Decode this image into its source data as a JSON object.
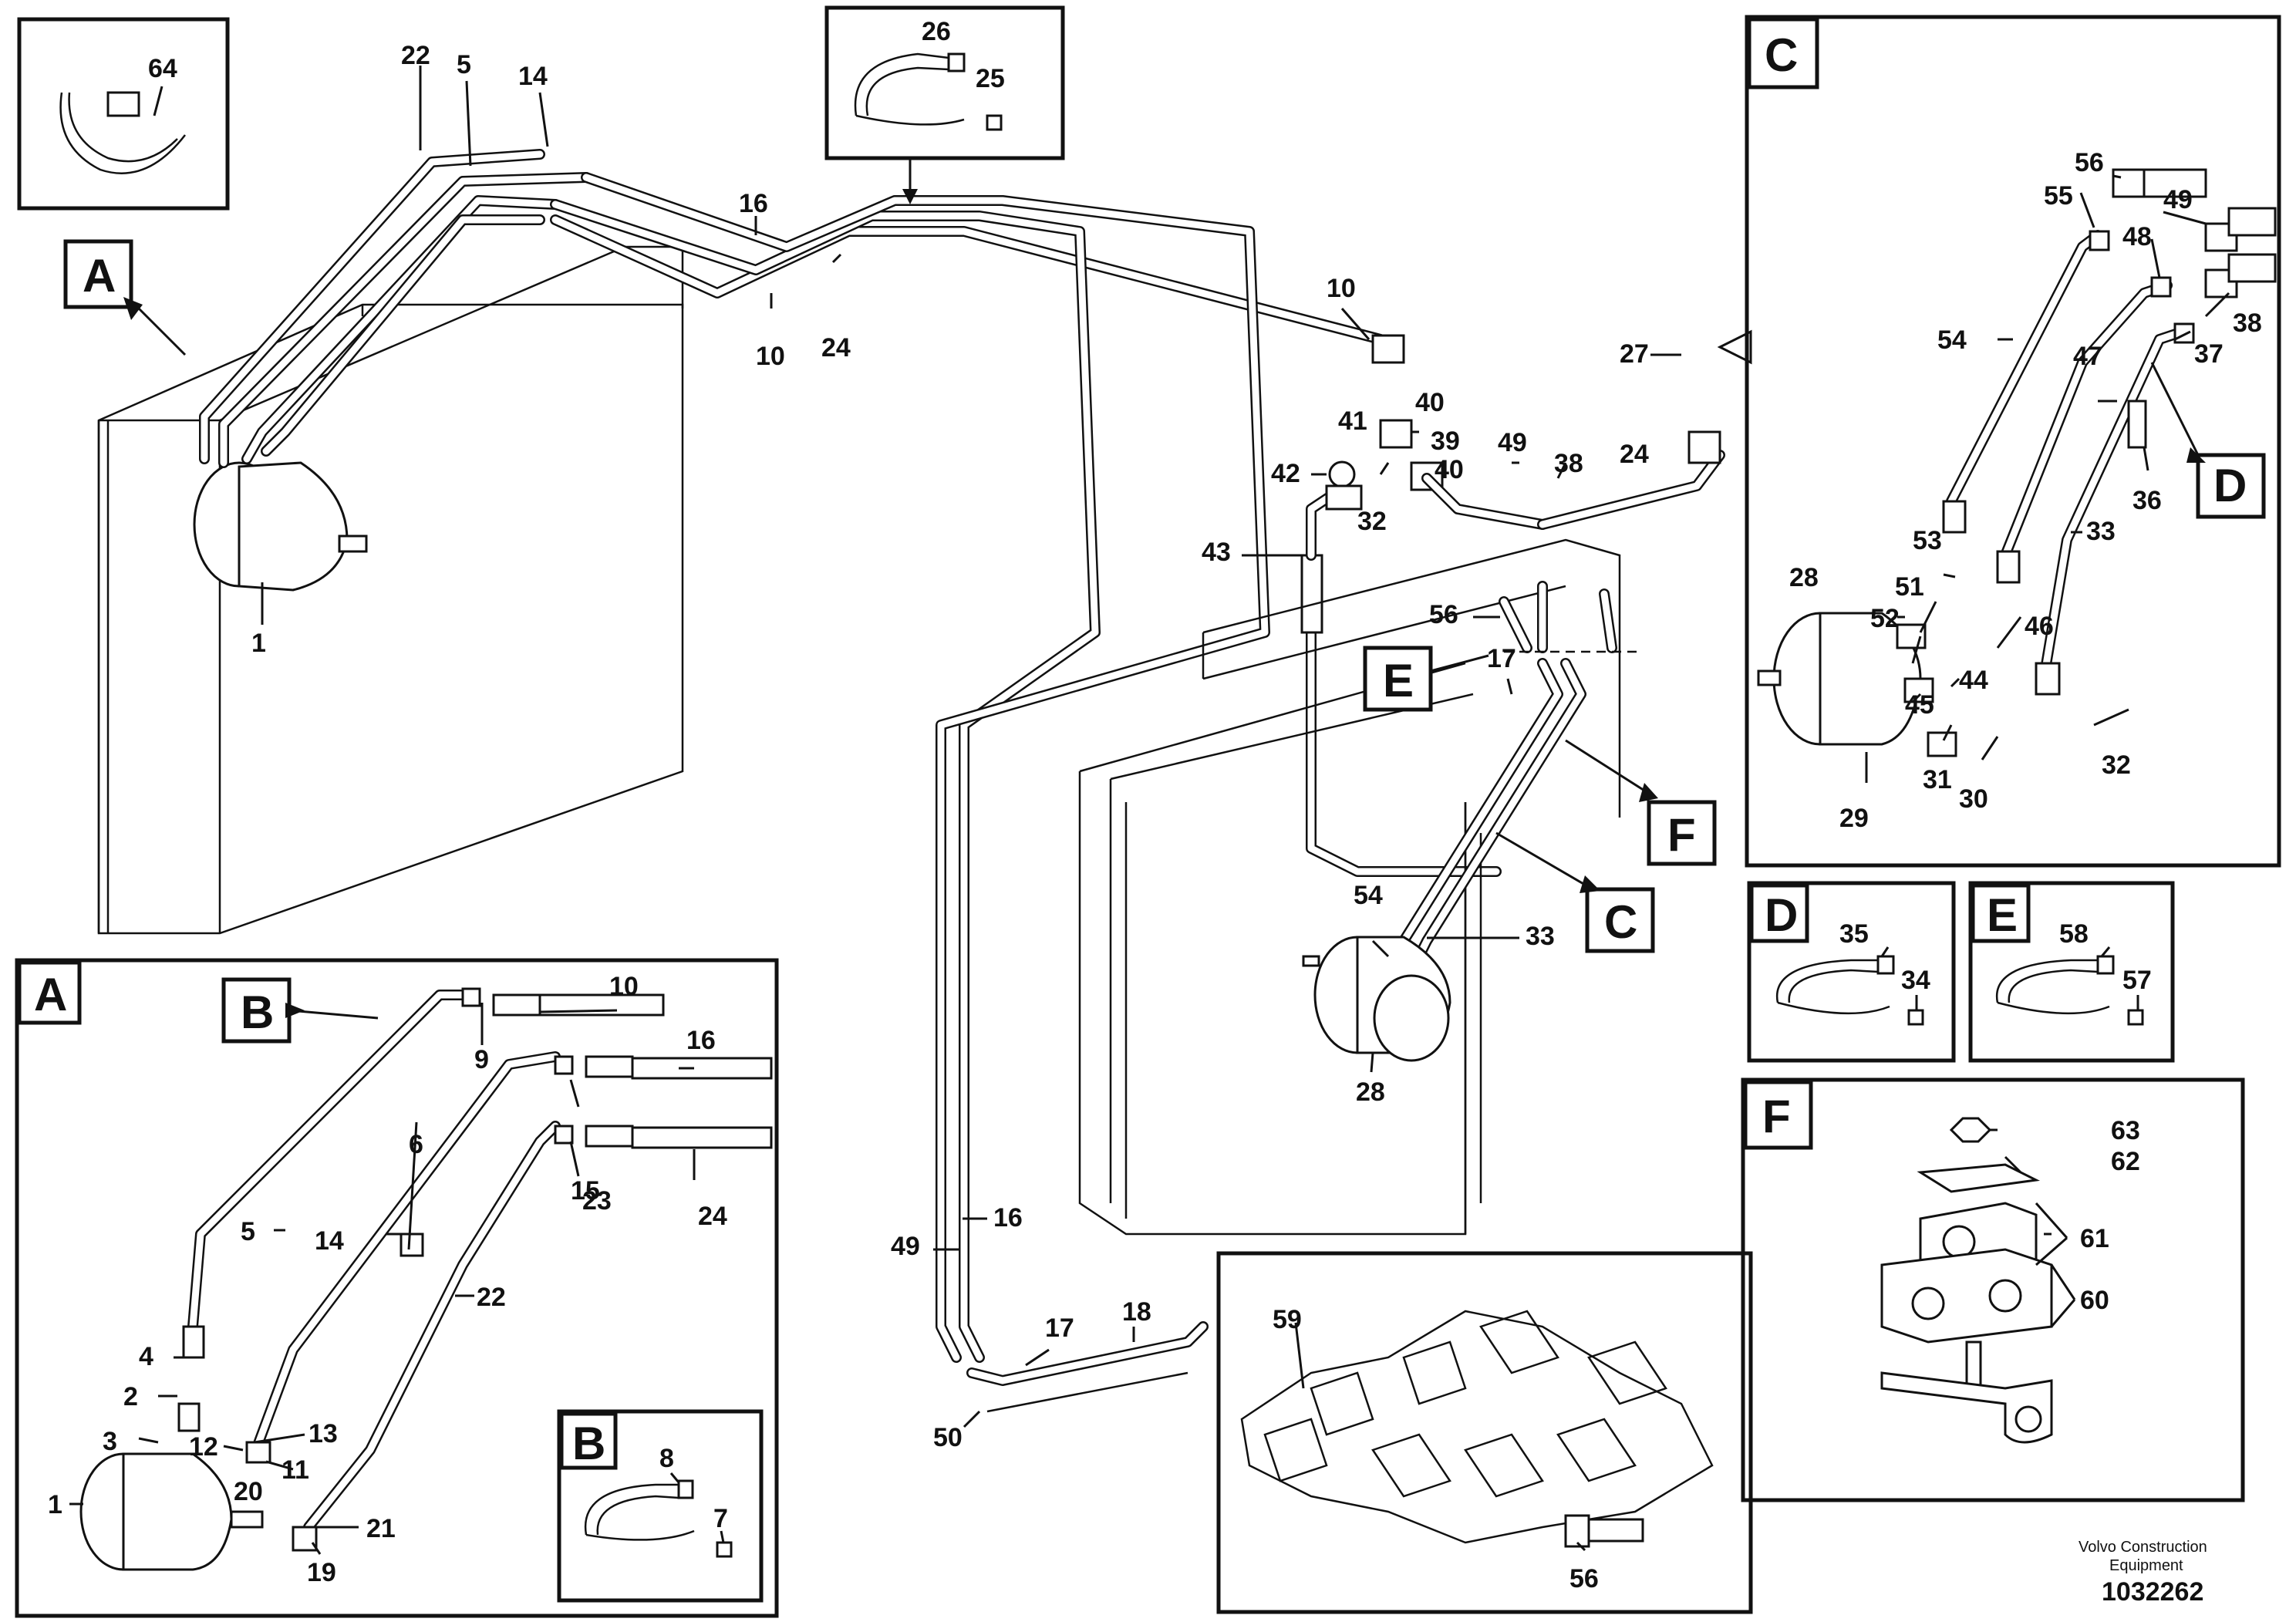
{
  "title_block": {
    "company_line1": "Volvo Construction",
    "company_line2": "Equipment",
    "document_number": "1032262"
  },
  "detail_letters": {
    "A": "A",
    "B": "B",
    "C": "C",
    "D": "D",
    "E": "E",
    "F": "F"
  },
  "callouts": {
    "main": [
      "64",
      "22",
      "5",
      "14",
      "26",
      "25",
      "16",
      "10",
      "24",
      "10",
      "1",
      "40",
      "39",
      "40",
      "41",
      "42",
      "32",
      "27",
      "24",
      "38",
      "49",
      "43",
      "56",
      "17",
      "54",
      "33",
      "28",
      "49",
      "16",
      "17",
      "18",
      "50"
    ],
    "detail_A": [
      "10",
      "9",
      "16",
      "15",
      "23",
      "24",
      "6",
      "5",
      "14",
      "22",
      "4",
      "2",
      "3",
      "12",
      "13",
      "11",
      "1",
      "20",
      "21",
      "19"
    ],
    "detail_B": [
      "8",
      "7"
    ],
    "detail_C": [
      "56",
      "55",
      "49",
      "48",
      "38",
      "37",
      "54",
      "47",
      "36",
      "53",
      "33",
      "46",
      "28",
      "51",
      "52",
      "44",
      "45",
      "32",
      "31",
      "30",
      "29"
    ],
    "detail_D": [
      "35",
      "34"
    ],
    "detail_E": [
      "58",
      "57"
    ],
    "detail_F": [
      "63",
      "62",
      "61",
      "60"
    ],
    "inset_engine": [
      "59",
      "56"
    ]
  }
}
